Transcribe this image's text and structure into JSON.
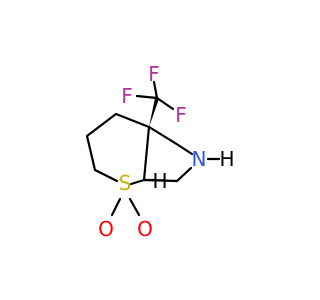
{
  "molecule": {
    "colors": {
      "bond": "#000000",
      "carbon": "#000000",
      "fluorine": "#90e050",
      "fluorine_text": "#b0329b",
      "sulfur": "#c8b400",
      "oxygen": "#ff0000",
      "nitrogen": "#3050f8"
    },
    "atoms": {
      "f_top": "F",
      "f_left": "F",
      "f_right": "F",
      "nitrogen": "N",
      "nitrogen_h": "H",
      "sulfur": "S",
      "oxygen_left": "O",
      "oxygen_right": "O",
      "stereo_h": "H"
    }
  }
}
